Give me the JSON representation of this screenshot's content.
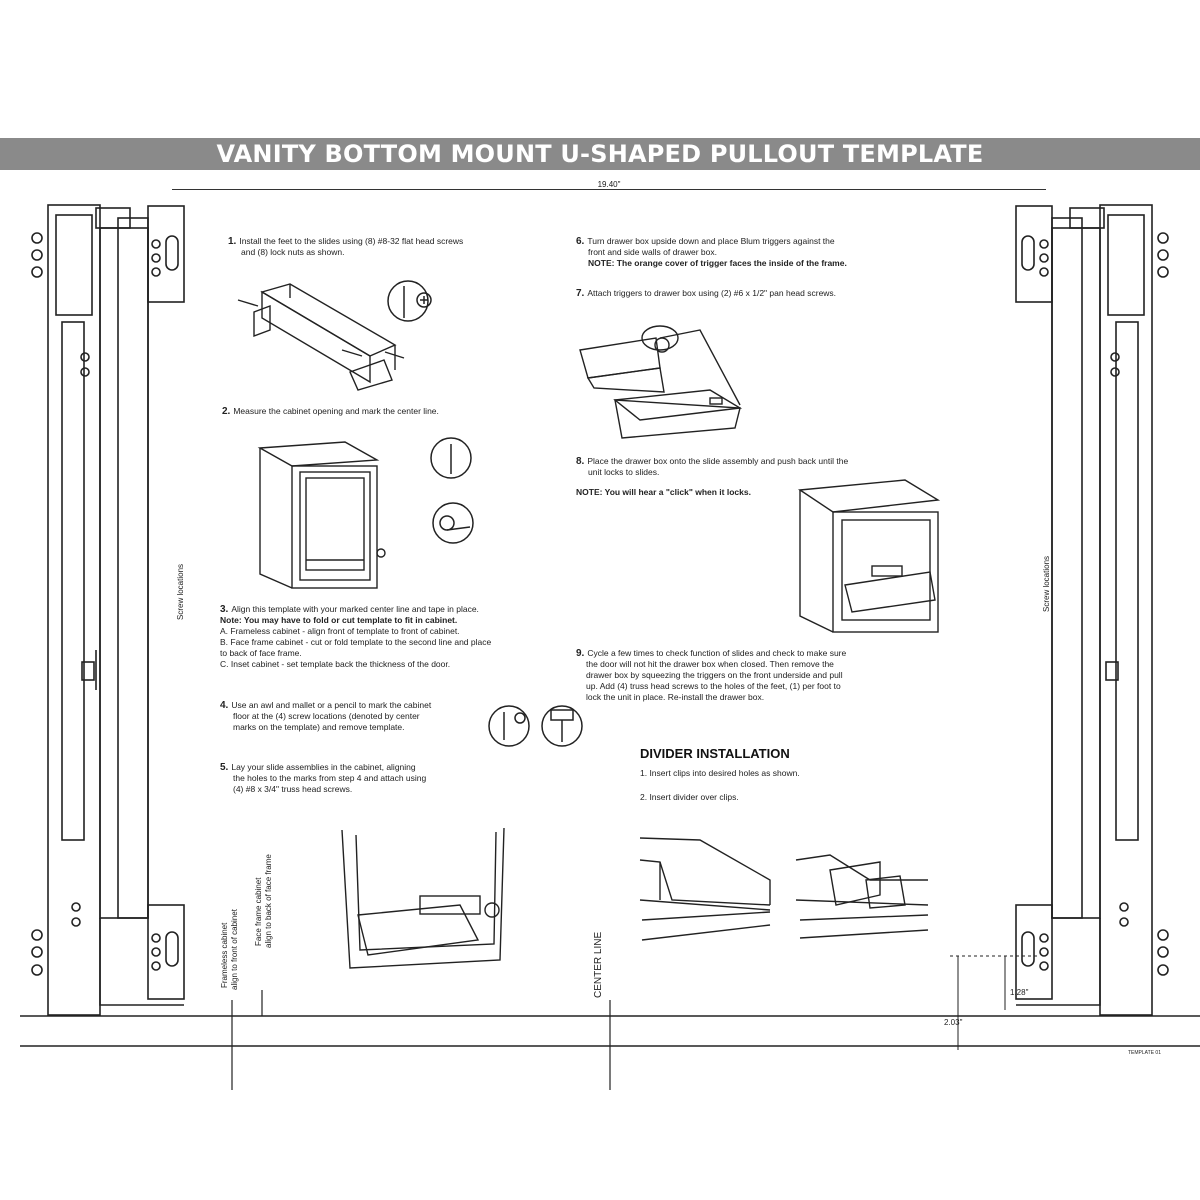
{
  "title": "VANITY BOTTOM MOUNT U-SHAPED PULLOUT TEMPLATE",
  "top_dimension": "19.40\"",
  "steps_left": [
    {
      "num": "1.",
      "lines": [
        "Install the feet to the slides using (8) #8-32 flat head screws",
        "and (8) lock nuts as shown."
      ]
    },
    {
      "num": "2.",
      "lines": [
        "Measure the cabinet opening and mark the center line."
      ]
    },
    {
      "num": "3.",
      "lines": [
        "Align this template with your marked center line and tape in place."
      ],
      "note": "Note: You may have to fold or cut template to fit in cabinet.",
      "subs": [
        "A. Frameless cabinet - align front of template to front of cabinet.",
        "B. Face frame cabinet - cut or fold template to the second line and place",
        "    to back of face frame.",
        "C. Inset cabinet - set template back the thickness of the door."
      ]
    },
    {
      "num": "4.",
      "lines": [
        "Use an awl and mallet or a pencil to mark the cabinet",
        "floor at the (4) screw locations (denoted by center",
        "marks on the template) and remove template."
      ]
    },
    {
      "num": "5.",
      "lines": [
        "Lay your slide assemblies in the cabinet, aligning",
        "the holes to the marks from step 4 and attach using",
        "(4) #8 x 3/4\" truss head screws."
      ]
    }
  ],
  "steps_right": [
    {
      "num": "6.",
      "lines": [
        "Turn drawer box upside down and place Blum triggers against the",
        "front and side walls of drawer box."
      ],
      "note": "NOTE: The orange cover of trigger faces the inside of the frame."
    },
    {
      "num": "7.",
      "lines": [
        "Attach triggers to drawer box using (2) #6 x 1/2\" pan head screws."
      ]
    },
    {
      "num": "8.",
      "lines": [
        "Place the drawer box onto the slide assembly and push back until the",
        "unit locks to slides."
      ],
      "note": "NOTE: You will hear a \"click\" when it locks."
    },
    {
      "num": "9.",
      "lines": [
        "Cycle a few times to check function of slides and check to make sure",
        "the door will not hit the drawer box when closed. Then remove the",
        "drawer box by squeezing the triggers on the front underside and pull",
        "up. Add (4) truss head screws to the holes of the feet, (1) per foot to",
        "lock the unit in place. Re-install the drawer box."
      ]
    }
  ],
  "divider": {
    "heading": "DIVIDER INSTALLATION",
    "items": [
      "1. Insert clips into desired holes as shown.",
      "2. Insert divider over clips."
    ]
  },
  "labels": {
    "screw_locations_left": "Screw locations",
    "screw_locations_right": "Screw locations",
    "frameless": "Frameless cabinet\nalign to front of cabinet",
    "frameless_a": "Frameless cabinet",
    "frameless_b": "align to front of cabinet",
    "faceframe_a": "Face frame cabinet",
    "faceframe_b": "align to back of face frame",
    "center_line": "CENTER LINE",
    "dim_small": "1.28\"",
    "dim_bottom": "2.03\"",
    "part_no": "TEMPLATE 01"
  }
}
